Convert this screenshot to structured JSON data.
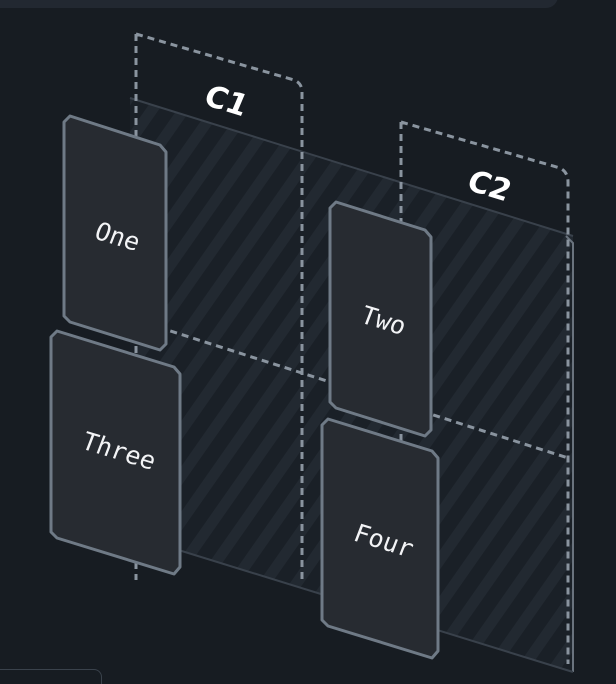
{
  "diagram": {
    "columns": [
      {
        "id": "c1",
        "label": "C1"
      },
      {
        "id": "c2",
        "label": "C2"
      }
    ],
    "items": [
      {
        "id": "one",
        "label": "One",
        "column": "C1",
        "row": 1
      },
      {
        "id": "two",
        "label": "Two",
        "column": "C2",
        "row": 1
      },
      {
        "id": "three",
        "label": "Three",
        "column": "C1",
        "row": 2
      },
      {
        "id": "four",
        "label": "Four",
        "column": "C2",
        "row": 2
      }
    ]
  },
  "colors": {
    "background": "#171c22",
    "card_fill": "#272b31",
    "card_border": "#6f7a86",
    "guide_dash": "#8a949f",
    "grid_line": "#3a424c",
    "stripe": "#232a32",
    "text": "#f3f4f6"
  }
}
